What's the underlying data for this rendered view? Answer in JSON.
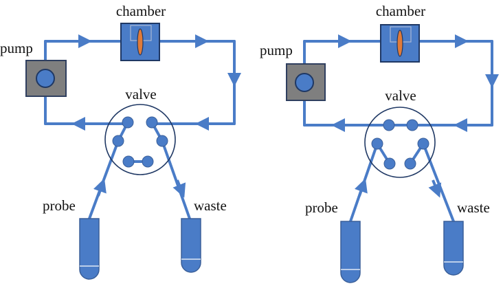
{
  "diagrams": [
    {
      "labels": {
        "chamber": "chamber",
        "pump": "pump",
        "valve": "valve",
        "probe": "probe",
        "waste": "waste"
      }
    },
    {
      "labels": {
        "chamber": "chamber",
        "pump": "pump",
        "valve": "valve",
        "probe": "probe",
        "waste": "waste"
      }
    }
  ],
  "colors": {
    "line": "#4a7cc7",
    "port_fill": "#4a7cc7",
    "pump_box": "#7f7f7f",
    "chamber_box": "#4a7cc7",
    "chamber_membrane": "#e07b39",
    "valve_outline": "#1f3864",
    "tube_fill": "#4a7cc7",
    "tube_outline": "#3a5f99"
  },
  "icons": {
    "flow_direction": "arrowhead",
    "pump": "square-with-circle",
    "chamber": "square-with-membrane",
    "valve": "circle-with-ports",
    "vial": "rounded-tube"
  }
}
